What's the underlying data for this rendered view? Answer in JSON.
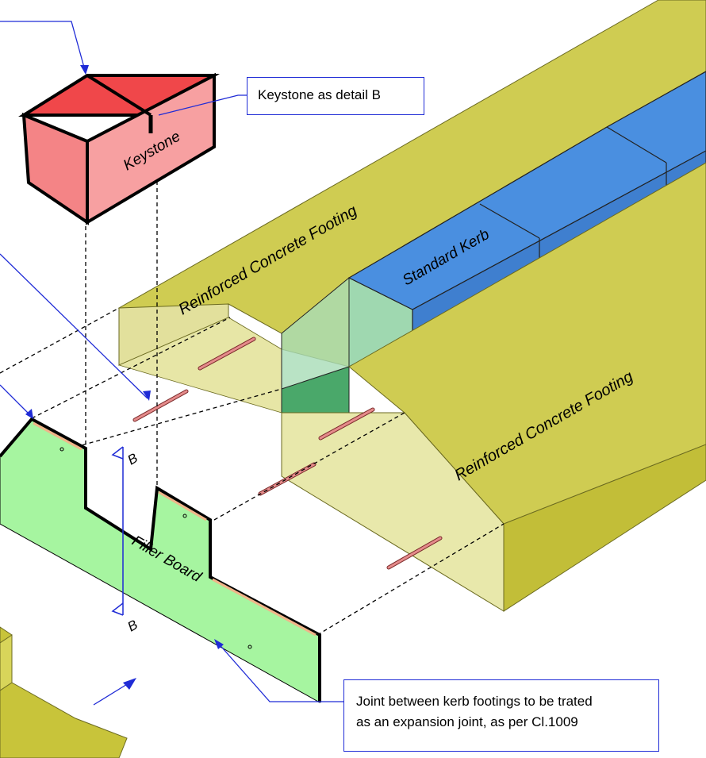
{
  "labels": {
    "keystone": "Keystone",
    "footing_back": "Reinforced Concrete Footing",
    "footing_front": "Reinforced Concrete Footing",
    "standard_kerb": "Standard Kerb",
    "filler_board": "Filler Board",
    "section_mark_top": "B",
    "section_mark_bottom": "B"
  },
  "callouts": {
    "keystone_detail": "Keystone as detail B",
    "joint_line1": "Joint between kerb footings to be trated",
    "joint_line2": "as an expansion joint, as per Cl.1009"
  },
  "colors": {
    "footing": "#c8c43a",
    "footing_translucent": "#e4e29a",
    "kerb": "#4a8fe0",
    "keystone": "#f0595a",
    "filler_board": "#a6f5a0",
    "dowel": "#e07a7a",
    "leader": "#1f2bd6"
  }
}
